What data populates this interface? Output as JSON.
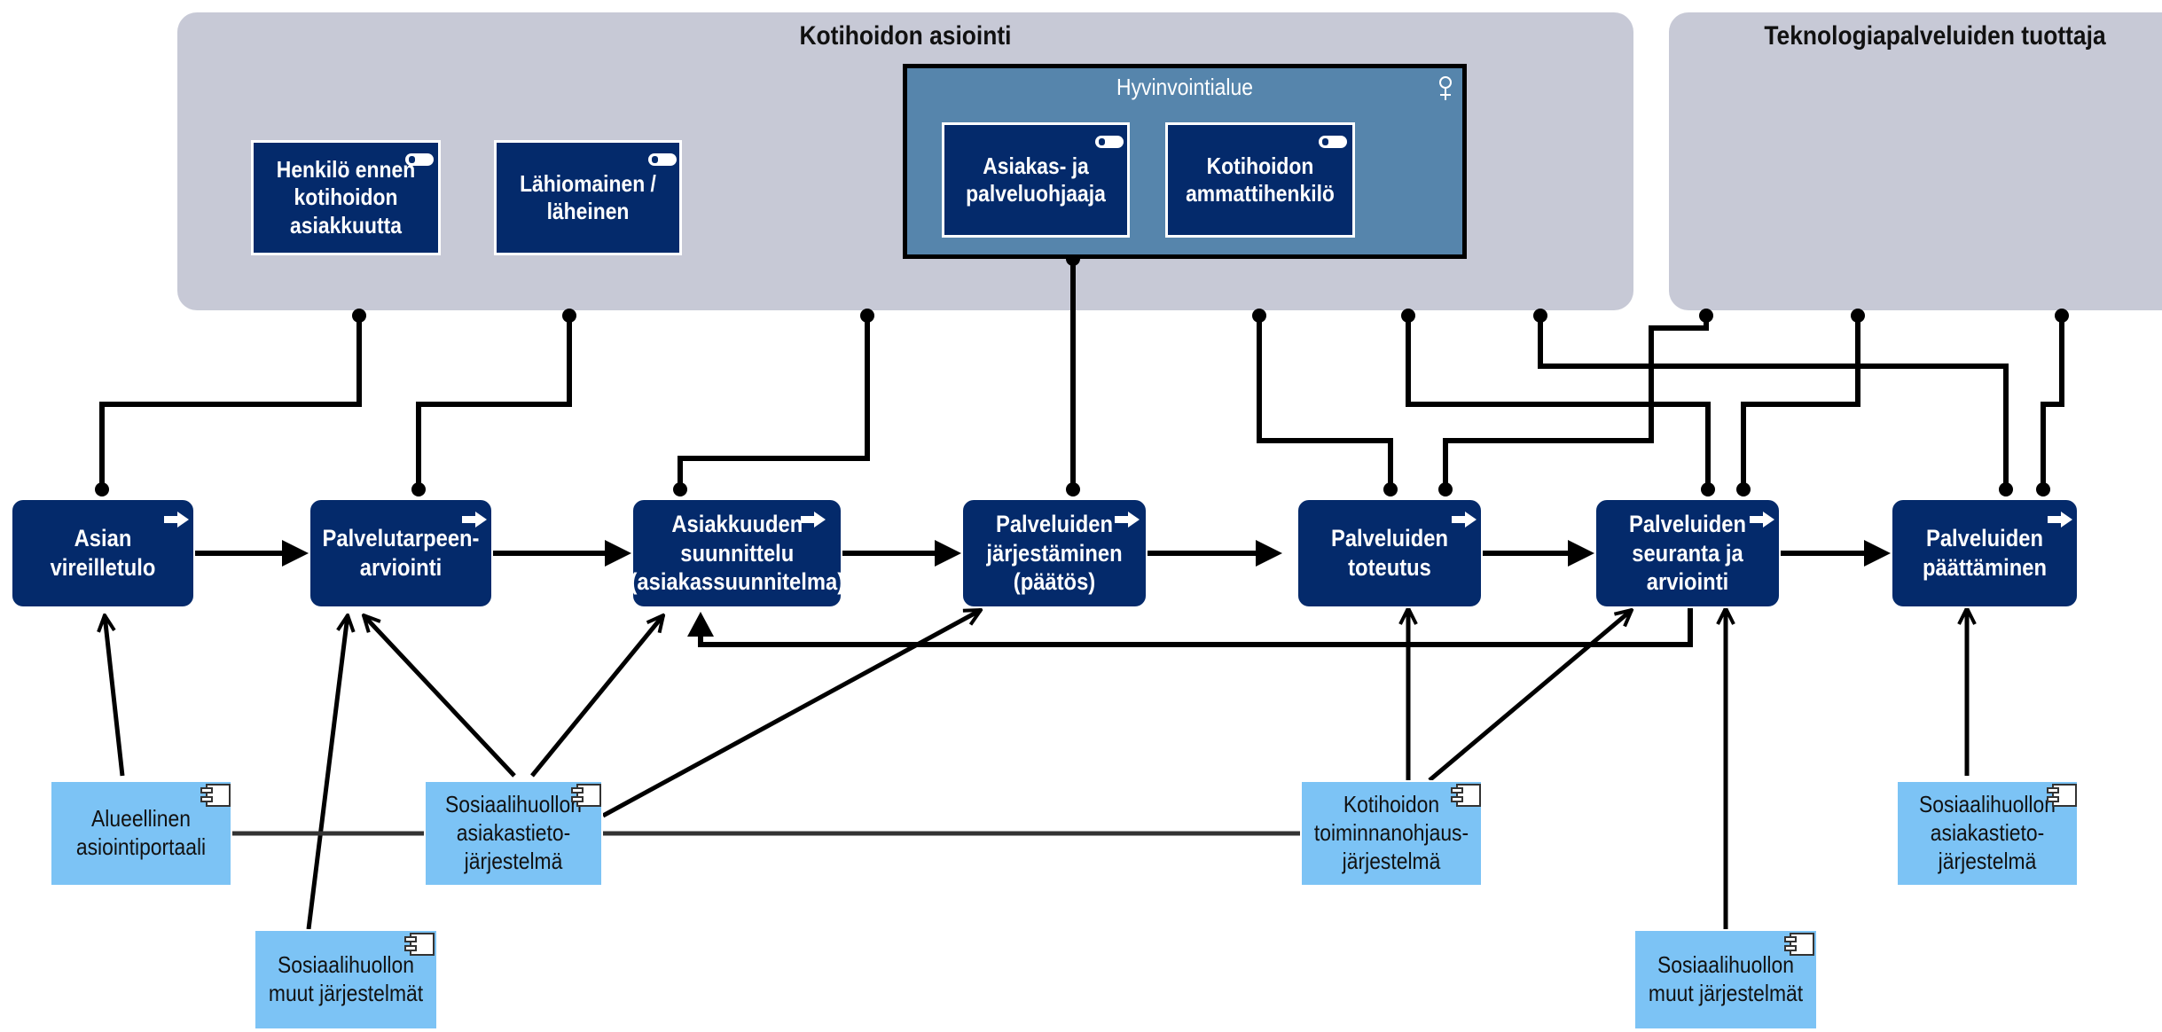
{
  "groups": {
    "kotihoito": {
      "title": "Kotihoidon asiointi"
    },
    "teknologia": {
      "title": "Teknologiapalveluiden tuottaja"
    }
  },
  "region": {
    "title": "Hyvinvointialue"
  },
  "actors": {
    "henkilo": "Henkilö ennen kotihoidon asiakkuutta",
    "lahiomainen": "Lähiomainen / läheinen",
    "ohjaaja": "Asiakas- ja palveluohjaaja",
    "ammattihenkilo": "Kotihoidon ammattihenkilö"
  },
  "processes": {
    "vireilletulo": "Asian vireilletulo",
    "arviointi": "Palvelutarpeen-arviointi",
    "suunnittelu": "Asiakkuuden suunnittelu (asiakassuunnitelma)",
    "jarjestaminen": "Palveluiden järjestäminen (päätös)",
    "toteutus": "Palveluiden toteutus",
    "seuranta": "Palveluiden seuranta ja arviointi",
    "paattaminen": "Palveluiden päättäminen"
  },
  "applications": {
    "asiointiportaali": "Alueellinen asiointiportaali",
    "asiakastieto1": "Sosiaalihuollon asiakastieto-järjestelmä",
    "toiminnanohjaus": "Kotihoidon toiminnanohjaus-järjestelmä",
    "asiakastieto2": "Sosiaalihuollon asiakastieto-järjestelmä",
    "muut1": "Sosiaalihuollon muut järjestelmät",
    "muut2": "Sosiaalihuollon muut järjestelmät"
  },
  "icons": {
    "actor": "actor-icon",
    "process": "process-arrow-icon",
    "application": "application-component-icon",
    "location": "location-icon"
  },
  "colors": {
    "group_bg": "#c7c9d6",
    "actor_bg": "#042a6b",
    "region_bg": "#5685ac",
    "process_bg": "#042a6b",
    "application_bg": "#7cc3f5",
    "line": "#000000"
  }
}
